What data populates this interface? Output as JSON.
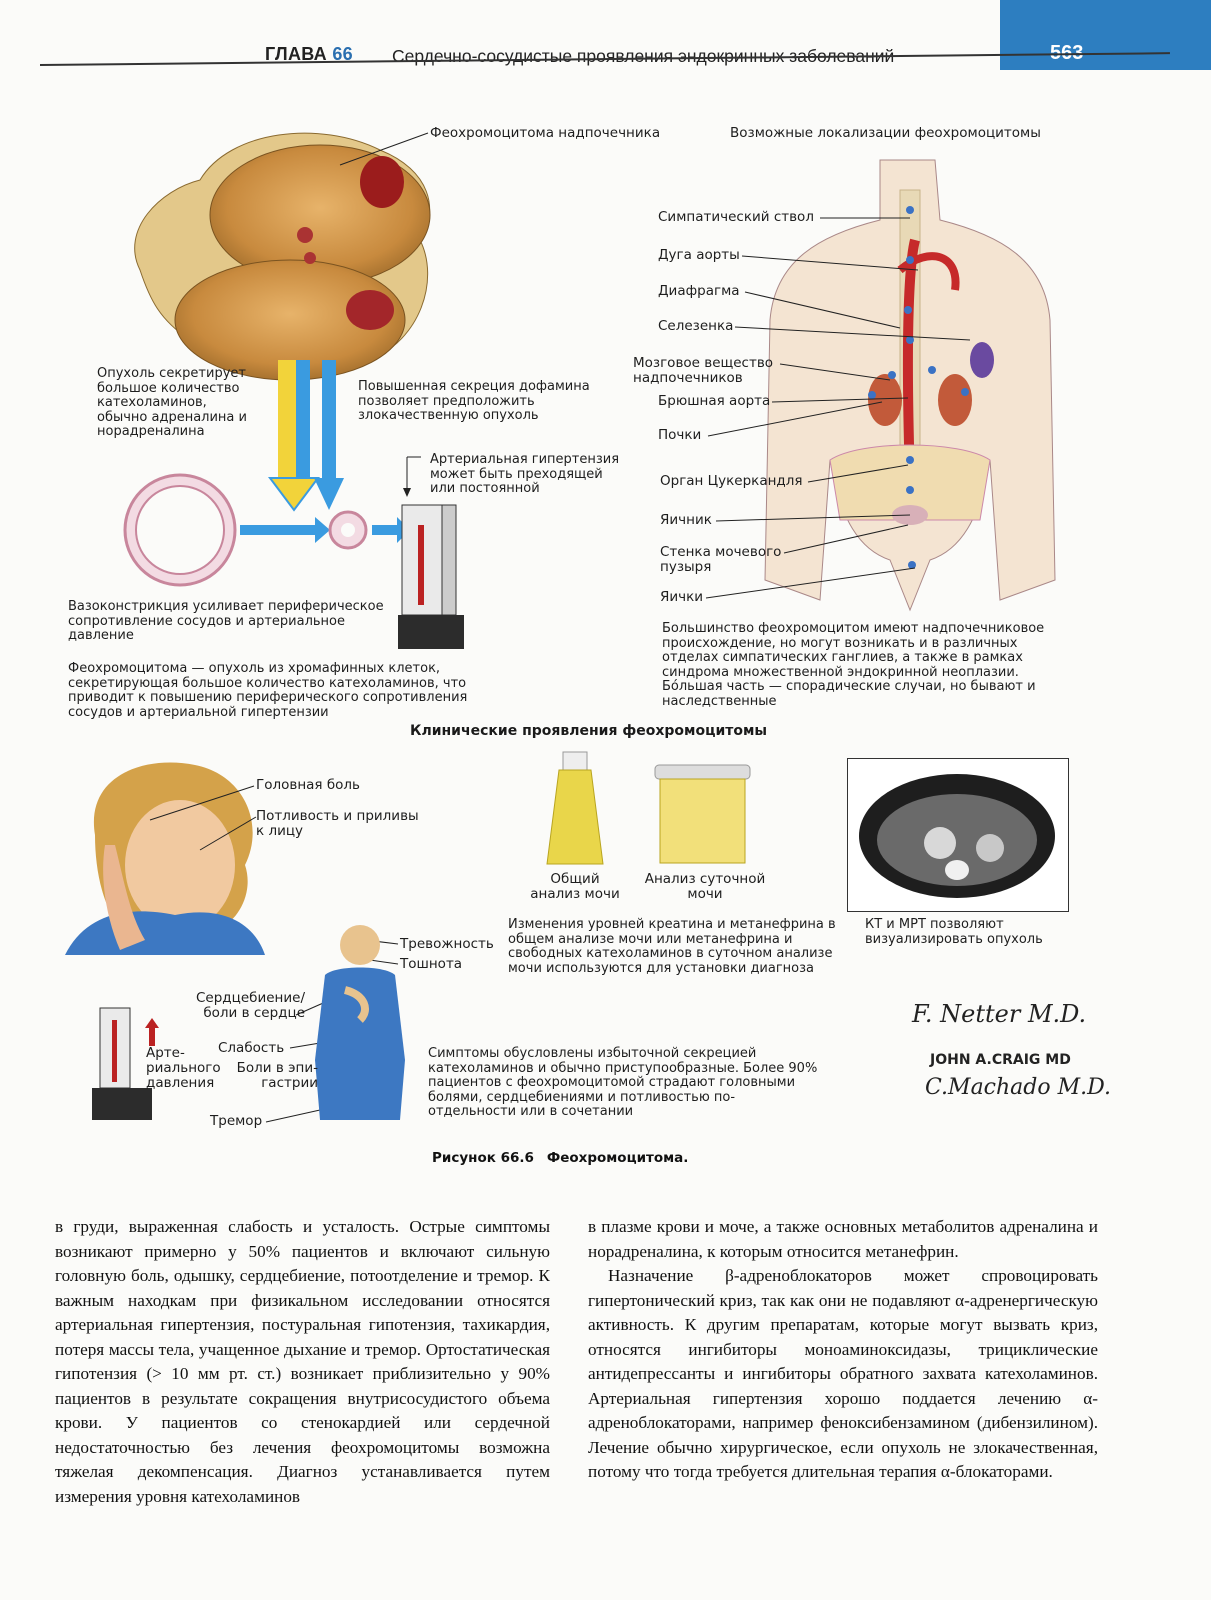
{
  "header": {
    "chapter_label": "ГЛАВА",
    "chapter_number": "66",
    "chapter_title": "Сердечно-сосудистые проявления эндокринных заболеваний",
    "page_number": "563"
  },
  "figure": {
    "top_left": {
      "tumor_label": "Феохромоцитома надпочечника",
      "secretion_left": "Опухоль секретирует большое количество катехоламинов, обычно адреналина и норадреналина",
      "secretion_right": "Повышенная секреция дофамина позволяет предположить злокачественную опухоль",
      "hypertension_label": "Артериальная гипертензия может быть преходящей или постоянной",
      "vasoconstriction": "Вазоконстрикция усиливает периферическое сопротивление сосудов и артериальное давление",
      "definition": "Феохромоцитома — опухоль из хромафинных клеток, секретирующая большое количество катехоламинов, что приводит к повышению периферического сопротивления сосудов и артериальной гипертензии"
    },
    "top_right": {
      "title": "Возможные локализации феохромоцитомы",
      "labels": [
        "Симпатический ствол",
        "Дуга аорты",
        "Диафрагма",
        "Селезенка",
        "Мозговое вещество надпочечников",
        "Брюшная аорта",
        "Почки",
        "Орган Цукеркандля",
        "Яичник",
        "Стенка мочевого пузыря",
        "Яички"
      ],
      "description": "Большинство феохромоцитом имеют надпочечниковое происхождение, но могут возникать и в различных отделах симпатических ганглиев, а также в рамках синдрома множественной эндокринной неоплазии. Бо́льшая часть — спорадические случаи, но бывают и наследственные"
    },
    "section_title": "Клинические проявления феохромоцитомы",
    "bottom": {
      "headache": "Головная боль",
      "sweating": "Потливость и приливы к лицу",
      "anxiety": "Тревожность",
      "nausea": "Тошнота",
      "palpitations": "Сердцебиение/ боли в сердце",
      "weakness": "Слабость",
      "epigastric": "Боли в эпи- гастрии",
      "tremor": "Тремор",
      "bp": "Арте- риального давления",
      "urine_general": "Общий анализ мочи",
      "urine_daily": "Анализ суточной мочи",
      "urine_text": "Изменения уровней креатина и метанефрина в общем анализе мочи или метанефрина и свободных катехоламинов в суточном анализе мочи используются для установки диагноза",
      "ct_text": "КТ и МРТ позволяют визуализировать опухоль",
      "symptoms_text": "Симптомы обусловлены избыточной секрецией катехоламинов и обычно приступообразные. Более 90% пациентов с феохромоцитомой страдают головными болями, сердцебиениями и потливостью по-отдельности или в сочетании",
      "signature_1": "F. Netter M.D.",
      "signature_2": "JOHN A.CRAIG MD",
      "signature_3": "C.Machado M.D."
    },
    "caption_label": "Рисунок 66.6",
    "caption_title": "Феохромоцитома."
  },
  "body": {
    "col1": "в груди, выраженная слабость и усталость. Острые симптомы возникают примерно у 50% пациентов и включают сильную головную боль, одышку, сердцебиение, потоотделение и тремор. К важным находкам при физикальном исследовании относятся артериальная гипертензия, постуральная гипотензия, тахикардия, потеря массы тела, учащенное дыхание и тремор. Ортостатическая гипотензия (> 10 мм рт. ст.) возникает приблизительно у 90% пациентов в результате сокращения внутрисосудистого объема крови. У пациентов со стенокардией или сердечной недостаточностью без лечения феохромоцитомы возможна тяжелая декомпенсация. Диагноз устанавливается путем измерения уровня катехоламинов",
    "col2_p1": "в плазме крови и моче, а также основных метаболитов адреналина и норадреналина, к которым относится метанефрин.",
    "col2_p2": "Назначение β-адреноблокаторов может спровоцировать гипертонический криз, так как они не подавляют α-адренергическую активность. К другим препаратам, которые могут вызвать криз, относятся ингибиторы моноаминоксидазы, трициклические антидепрессанты и ингибиторы обратного захвата катехоламинов. Артериальная гипертензия хорошо поддается лечению α-адреноблокаторами, например феноксибензамином (дибензилином). Лечение обычно хирургическое, если опухоль не злокачественная, потому что тогда требуется длительная терапия α-блокаторами."
  },
  "colors": {
    "accent_blue": "#2d7ec0",
    "arrow_blue": "#3a9be0",
    "arrow_yellow": "#f2d33a"
  }
}
